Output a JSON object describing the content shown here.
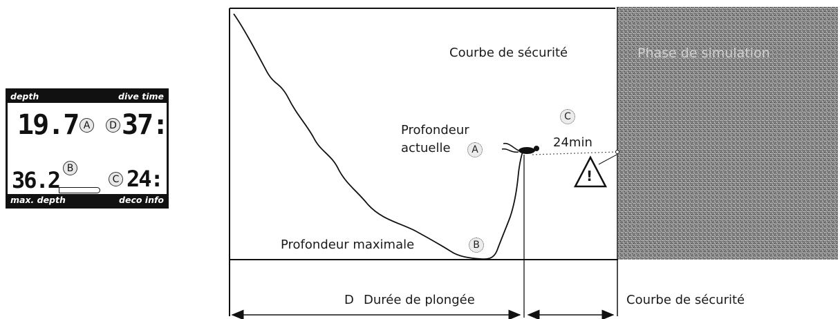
{
  "lcd": {
    "top_left": "depth",
    "top_right": "dive time",
    "bottom_left": "max. depth",
    "bottom_right": "deco info",
    "depth_value": "19.7",
    "dive_time_value": "37:",
    "max_depth_value": "36.2",
    "deco_value": "24:",
    "badges": {
      "a": "A",
      "b": "B",
      "c": "C",
      "d": "D"
    }
  },
  "diagram": {
    "safety_curve_title": "Courbe de sécurité",
    "simulation_phase": "Phase de simulation",
    "current_depth_line1": "Profondeur",
    "current_depth_line2": "actuelle",
    "max_depth": "Profondeur maximale",
    "deco_time": "24min",
    "dive_duration": "Durée de plongée",
    "dive_duration_letter": "D",
    "safety_curve_bottom": "Courbe de sécurité",
    "markers": {
      "a": "A",
      "b": "B",
      "c": "C"
    },
    "warning_symbol": "!"
  }
}
